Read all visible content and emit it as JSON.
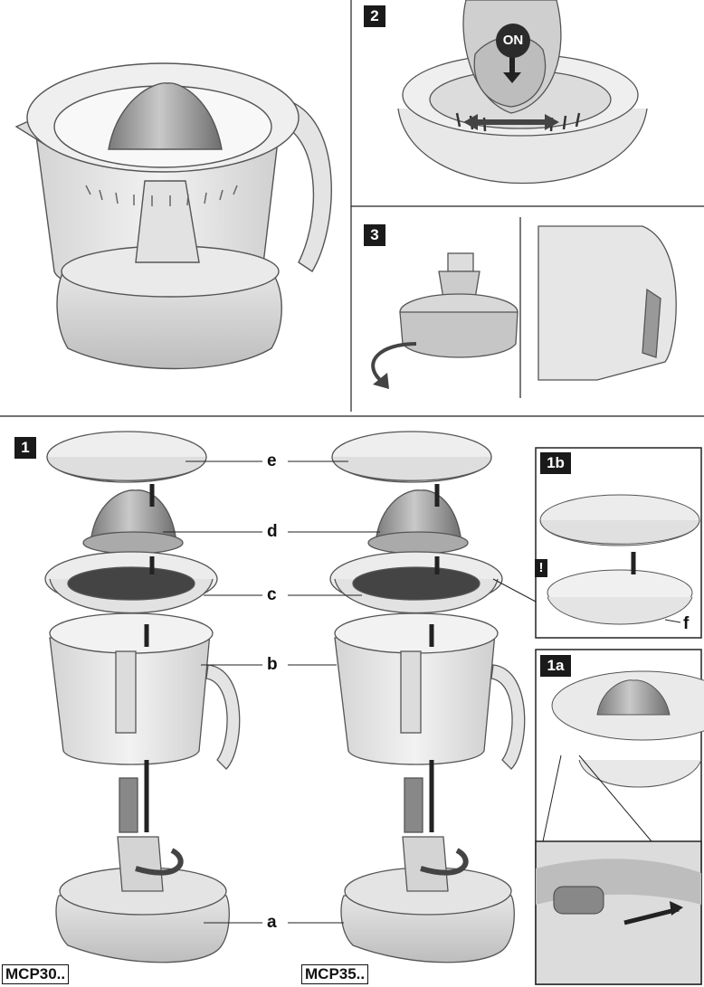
{
  "figures": {
    "main_label": "1",
    "fig_2": "2",
    "fig_3": "3",
    "fig_1b": "1b",
    "fig_1a": "1a"
  },
  "parts": {
    "a": "a",
    "b": "b",
    "c": "c",
    "d": "d",
    "e": "e",
    "f": "f"
  },
  "models": {
    "left": "MCP30..",
    "right": "MCP35.."
  },
  "markers": {
    "on_button": "ON",
    "warning": "!"
  },
  "icons": [
    "arrow-down-icon",
    "rotate-arrow-icon",
    "double-arrow-icon",
    "warning-icon"
  ]
}
